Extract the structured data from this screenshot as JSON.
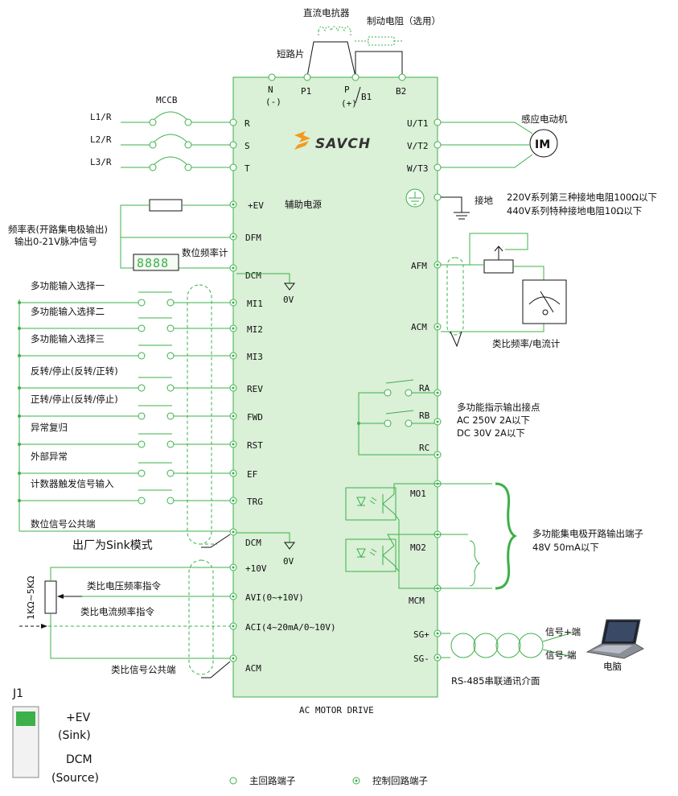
{
  "drive": {
    "brand": "SAVCH",
    "bottom_label": "AC MOTOR DRIVE",
    "aux_power_label": "辅助电源"
  },
  "top": {
    "dc_reactor_label": "直流电抗器",
    "brake_resistor_label": "制动电阻（选用）",
    "short_bar_label": "短路片",
    "terminals": {
      "n": "N",
      "n_sign": "(-)",
      "p1": "P1",
      "p": "P",
      "p_sign": "(+)",
      "b1": "B1",
      "b2": "B2"
    }
  },
  "power_input": {
    "mccb_label": "MCCB",
    "lines": [
      "L1/R",
      "L2/R",
      "L3/R"
    ],
    "terminals": [
      "R",
      "S",
      "T"
    ]
  },
  "motor": {
    "label": "感应电动机",
    "symbol": "IM",
    "terminals": [
      "U/T1",
      "V/T2",
      "W/T3"
    ]
  },
  "ground": {
    "label": "接地",
    "note1": "220V系列第三种接地电阻100Ω以下",
    "note2": "440V系列特种接地电阻10Ω以下"
  },
  "left_control": {
    "ev_terminal": "+EV",
    "dfm_terminal": "DFM",
    "dcm_terminal": "DCM",
    "freq_meter_label1": "频率表(开路集电极输出)",
    "freq_meter_label2": "输出0-21V脉冲信号",
    "digital_freq_meter": "数位频率计",
    "digital_display": "8888",
    "zero_v": "0V",
    "inputs": [
      {
        "label": "多功能输入选择一",
        "terminal": "MI1"
      },
      {
        "label": "多功能输入选择二",
        "terminal": "MI2"
      },
      {
        "label": "多功能输入选择三",
        "terminal": "MI3"
      },
      {
        "label": "反转/停止(反转/正转)",
        "terminal": "REV"
      },
      {
        "label": "正转/停止(反转/停止)",
        "terminal": "FWD"
      },
      {
        "label": "异常复归",
        "terminal": "RST"
      },
      {
        "label": "外部异常",
        "terminal": "EF"
      },
      {
        "label": "计数器触发信号输入",
        "terminal": "TRG"
      }
    ],
    "common_label": "数位信号公共端",
    "common_terminal": "DCM",
    "sink_mode": "出厂为Sink模式",
    "zero_v2": "0V"
  },
  "analog": {
    "ten_v_terminal": "+10V",
    "pot_label": "1KΩ~5KΩ",
    "voltage_cmd": "类比电压频率指令",
    "current_cmd": "类比电流频率指令",
    "avi_terminal": "AVI(0~+10V)",
    "aci_terminal": "ACI(4~20mA/0~10V)",
    "acm_terminal": "ACM",
    "common_label": "类比信号公共端"
  },
  "right_control": {
    "afm_terminal": "AFM",
    "acm_terminal": "ACM",
    "meter_label": "类比频率/电流计",
    "relay_terminals": [
      "RA",
      "RB",
      "RC"
    ],
    "relay_label": "多功能指示输出接点",
    "relay_spec1": "AC 250V 2A以下",
    "relay_spec2": "DC 30V 2A以下",
    "mo_terminals": [
      "MO1",
      "MO2",
      "MCM"
    ],
    "mo_label": "多功能集电极开路输出端子",
    "mo_spec": "48V 50mA以下",
    "sg_plus": "SG+",
    "sg_minus": "SG-",
    "signal_plus": "信号+端",
    "signal_minus": "信号-端",
    "pc_label": "电脑",
    "rs485_label": "RS-485串联通讯介面"
  },
  "jumper": {
    "name": "J1",
    "ev": "+EV",
    "sink": "(Sink)",
    "dcm": "DCM",
    "source": "(Source)"
  },
  "legend": {
    "main_terminal": "主回路端子",
    "control_terminal": "控制回路端子"
  },
  "colors": {
    "drive_fill": "#daf0d7",
    "line_green": "#3cb04a",
    "brand_orange": "#f39a1e"
  }
}
